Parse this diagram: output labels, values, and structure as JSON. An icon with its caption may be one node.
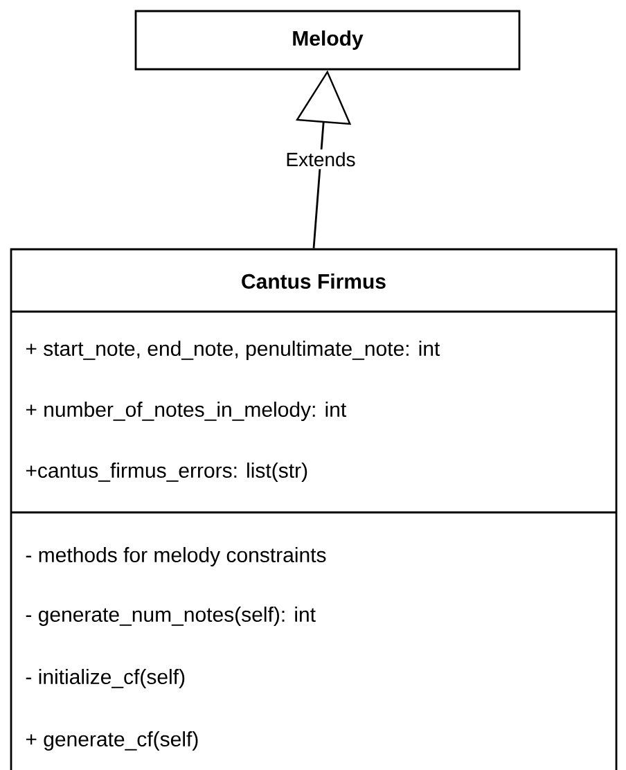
{
  "diagram": {
    "nodes": [
      {
        "text": [
          "Melody"
        ]
      },
      {
        "text": [
          "Cantus Firmus",
          "+ start_note, end_note, penultimate_note: int",
          "+ number_of_notes_in_melody: int",
          "+cantus_firmus_errors: list(str)",
          "- methods for melody constraints",
          "- generate_num_notes(self): int",
          "- initialize_cf(self)",
          "+ generate_cf(self)"
        ]
      }
    ],
    "edges": [
      {
        "from": 1,
        "to": 0,
        "arrow": "to",
        "label": "Extends"
      }
    ]
  }
}
